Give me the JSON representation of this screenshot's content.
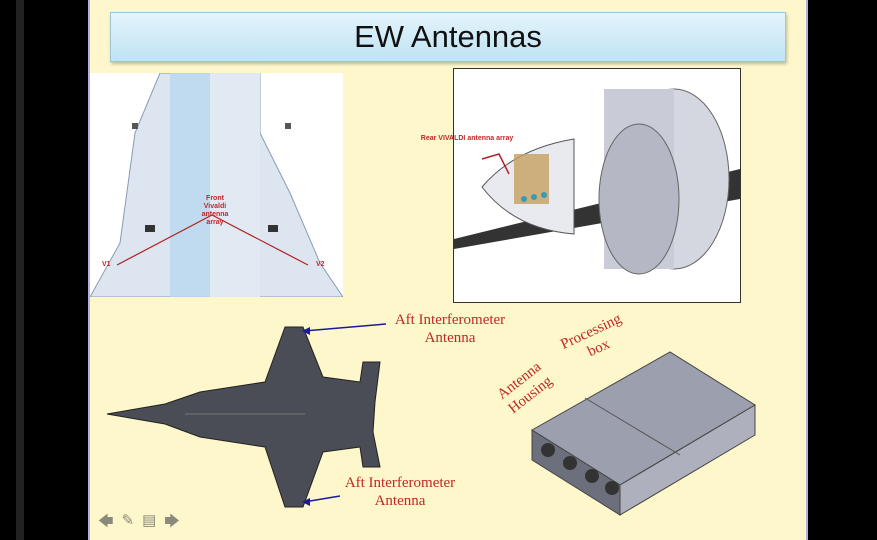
{
  "slide": {
    "title": "EW Antennas",
    "front_image": {
      "label": "Front Vivaldi antenna array",
      "v1": "V1",
      "v2": "V2"
    },
    "rear_image": {
      "label": "Rear VIVALDI antenna array"
    },
    "aft_top_label": "Aft Interferometer Antenna",
    "aft_bottom_label": "Aft Interferometer Antenna",
    "antenna_housing_label": "Antenna Housing",
    "processing_box_label": "Processing box"
  },
  "nav": {
    "prev": "🡄",
    "pen": "✎",
    "menu": "▤",
    "next": "🡆"
  }
}
